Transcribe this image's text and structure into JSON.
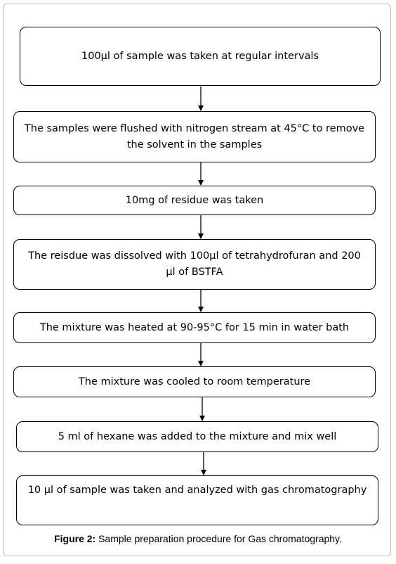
{
  "steps": [
    "100µl of sample was taken at regular intervals",
    "The samples were flushed with nitrogen stream at 45°C to remove the solvent in the samples",
    "10mg of residue was taken",
    "The reisdue was dissolved with 100µl of tetrahydrofuran and 200 µl of BSTFA",
    "The mixture was heated at 90-95°C for 15 min in water bath",
    "The mixture was cooled to room temperature",
    "5 ml of hexane was added to the mixture and mix well",
    "10 µl of sample was taken and analyzed with gas chromatography"
  ],
  "caption": {
    "label": "Figure 2:",
    "text": " Sample preparation procedure for Gas chromatography."
  }
}
